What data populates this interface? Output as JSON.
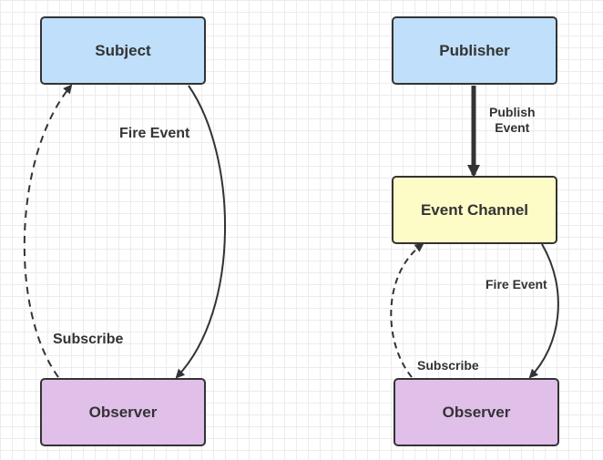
{
  "colors": {
    "blue_fill": "#bfdffa",
    "yellow_fill": "#fefcc6",
    "purple_fill": "#e0bfe9",
    "stroke": "#333333"
  },
  "left": {
    "subject": "Subject",
    "observer": "Observer",
    "fire_event": "Fire Event",
    "subscribe": "Subscribe"
  },
  "right": {
    "publisher": "Publisher",
    "event_channel": "Event Channel",
    "observer": "Observer",
    "publish_event_line1": "Publish",
    "publish_event_line2": "Event",
    "fire_event": "Fire Event",
    "subscribe": "Subscribe"
  }
}
